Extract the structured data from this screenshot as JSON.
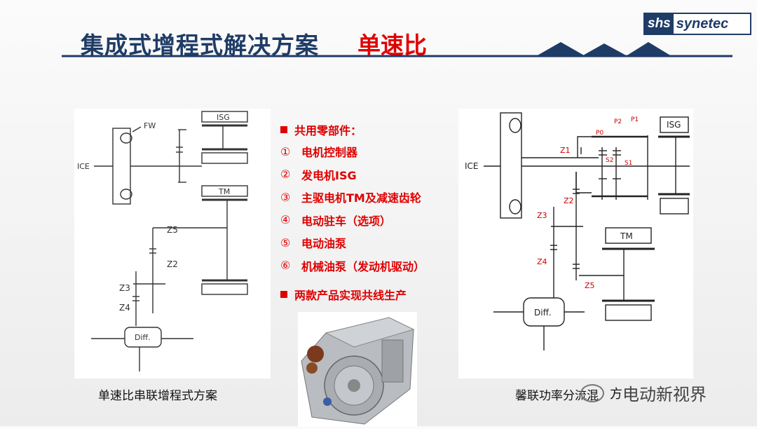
{
  "header": {
    "title": "集成式增程式解决方案",
    "title_accent": "单速比",
    "logo_part1": "shs",
    "logo_part2": "synetec"
  },
  "colors": {
    "title_blue": "#1f3c66",
    "accent_red": "#e00000"
  },
  "left_diagram": {
    "labels": {
      "fw": "FW",
      "ice": "ICE",
      "isg": "ISG",
      "tm": "TM",
      "z5": "Z5",
      "z2": "Z2",
      "z3": "Z3",
      "z4": "Z4",
      "diff": "Diff."
    },
    "caption": "单速比串联增程式方案"
  },
  "right_diagram": {
    "labels": {
      "ice": "ICE",
      "isg": "ISG",
      "tm": "TM",
      "z1": "Z1",
      "z2": "Z2",
      "z3": "Z3",
      "z4": "Z4",
      "z5": "Z5",
      "p0": "P0",
      "p1": "P1",
      "p2": "P2",
      "s1": "S1",
      "s2": "S2",
      "diff": "Diff."
    },
    "caption": "馨联功率分流混"
  },
  "bullets": {
    "heading1": "共用零部件：",
    "items": [
      {
        "num": "①",
        "text": "电机控制器"
      },
      {
        "num": "②",
        "text": "发电机ISG"
      },
      {
        "num": "③",
        "text": "主驱电机TM及减速齿轮"
      },
      {
        "num": "④",
        "text": "电动驻车（选项）"
      },
      {
        "num": "⑤",
        "text": "电动油泵"
      },
      {
        "num": "⑥",
        "text": "机械油泵（发动机驱动）"
      }
    ],
    "heading2": "两款产品实现共线生产"
  },
  "watermark": {
    "text": "电动新视界",
    "prefix": "方"
  }
}
